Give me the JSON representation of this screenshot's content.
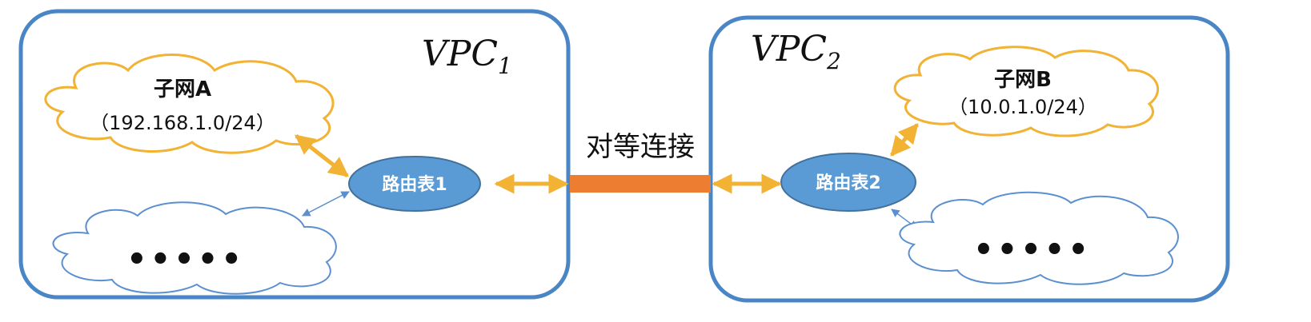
{
  "vpc1": {
    "label": "VPC",
    "sub": "1"
  },
  "vpc2": {
    "label": "VPC",
    "sub": "2"
  },
  "subnet_a": {
    "name": "子网A",
    "cidr": "（192.168.1.0/24）"
  },
  "subnet_b": {
    "name": "子网B",
    "cidr": "（10.0.1.0/24）"
  },
  "route_table_1": {
    "label": "路由表1"
  },
  "route_table_2": {
    "label": "路由表2"
  },
  "peering": {
    "label": "对等连接"
  },
  "cloud_left_bottom": {
    "text": "•••••"
  },
  "cloud_right_bottom": {
    "text": "•••••"
  },
  "colors": {
    "vpc_border": "#4a86c5",
    "subnet_cloud": "#f2b233",
    "other_cloud": "#5b8fd0",
    "route_table_fill": "#5b9bd5",
    "route_table_stroke": "#41719c",
    "peering_bar": "#ed7d31",
    "arrow_gold": "#f2b233",
    "arrow_blue": "#5b8fd0"
  }
}
